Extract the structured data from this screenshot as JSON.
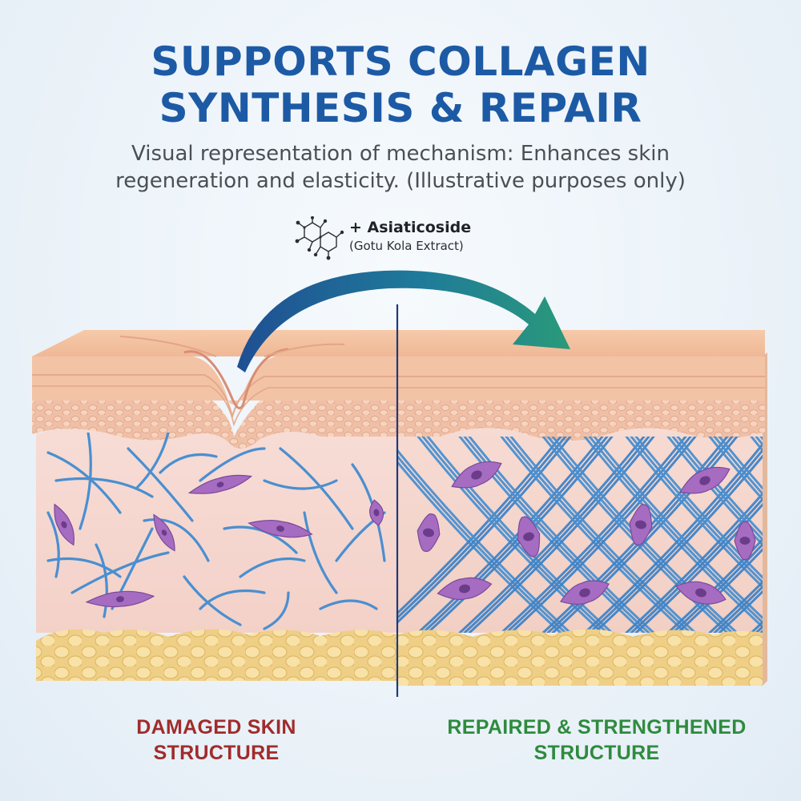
{
  "header": {
    "title_line1": "SUPPORTS COLLAGEN",
    "title_line2": "SYNTHESIS & REPAIR",
    "subtitle_line1": "Visual representation of mechanism: Enhances skin",
    "subtitle_line2": "regeneration and elasticity. (Illustrative purposes only)"
  },
  "ingredient": {
    "name": "+ Asiaticoside",
    "source": "(Gotu Kola Extract)",
    "icon": "molecule-icon"
  },
  "panels": {
    "left_label_line1": "DAMAGED SKIN",
    "left_label_line2": "STRUCTURE",
    "right_label_line1": "REPAIRED & STRENGTHENED",
    "right_label_line2": "STRUCTURE"
  },
  "colors": {
    "title": "#1d5aa5",
    "damaged": "#a02c2c",
    "repaired": "#2e8b3e",
    "collagen": "#4a8fd0",
    "fibroblast": "#a66cc1",
    "epidermis": "#f1c4a8",
    "fat": "#f5dc9a"
  }
}
